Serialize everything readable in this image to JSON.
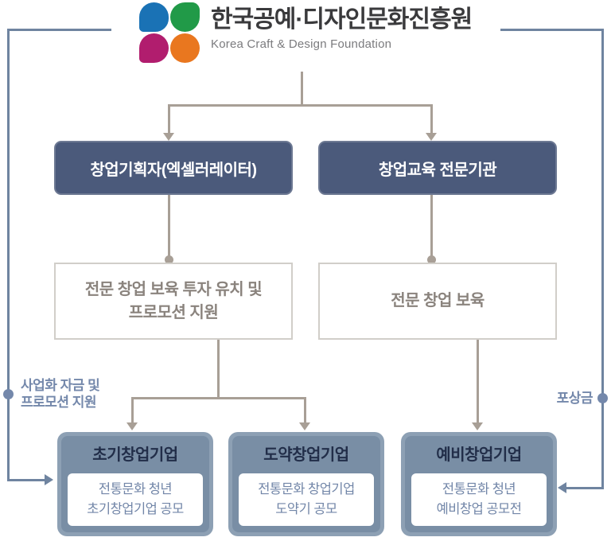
{
  "logo": {
    "title": "한국공예·디자인문화진흥원",
    "subtitle": "Korea Craft & Design Foundation"
  },
  "level1": {
    "accelerator": "창업기획자(엑셀러레이터)",
    "education_org": "창업교육 전문기관"
  },
  "level2": {
    "incubation_investment_line1": "전문 창업 보육 투자 유치 및",
    "incubation_investment_line2": "프로모션 지원",
    "incubation": "전문 창업 보육"
  },
  "side_labels": {
    "funding_line1": "사업화 자금 및",
    "funding_line2": "프로모션 지원",
    "prize": "포상금"
  },
  "companies": [
    {
      "title": "초기창업기업",
      "program_line1": "전통문화 청년",
      "program_line2": "초기창업기업 공모"
    },
    {
      "title": "도약창업기업",
      "program_line1": "전통문화 창업기업",
      "program_line2": "도약기 공모"
    },
    {
      "title": "예비창업기업",
      "program_line1": "전통문화 청년",
      "program_line2": "예비창업 공모전"
    }
  ],
  "colors": {
    "logo-blue": "#1a72b5",
    "logo-green": "#219a48",
    "logo-magenta": "#b11d6e",
    "logo-orange": "#e9771f",
    "dark-box": "#4b5a7b",
    "line-tan": "#a89f96",
    "line-blue": "#6f84a0",
    "side-label": "#7488ab",
    "white-box-text": "#8a837d",
    "company-title": "#222e49",
    "company-sub": "#7286a8"
  }
}
